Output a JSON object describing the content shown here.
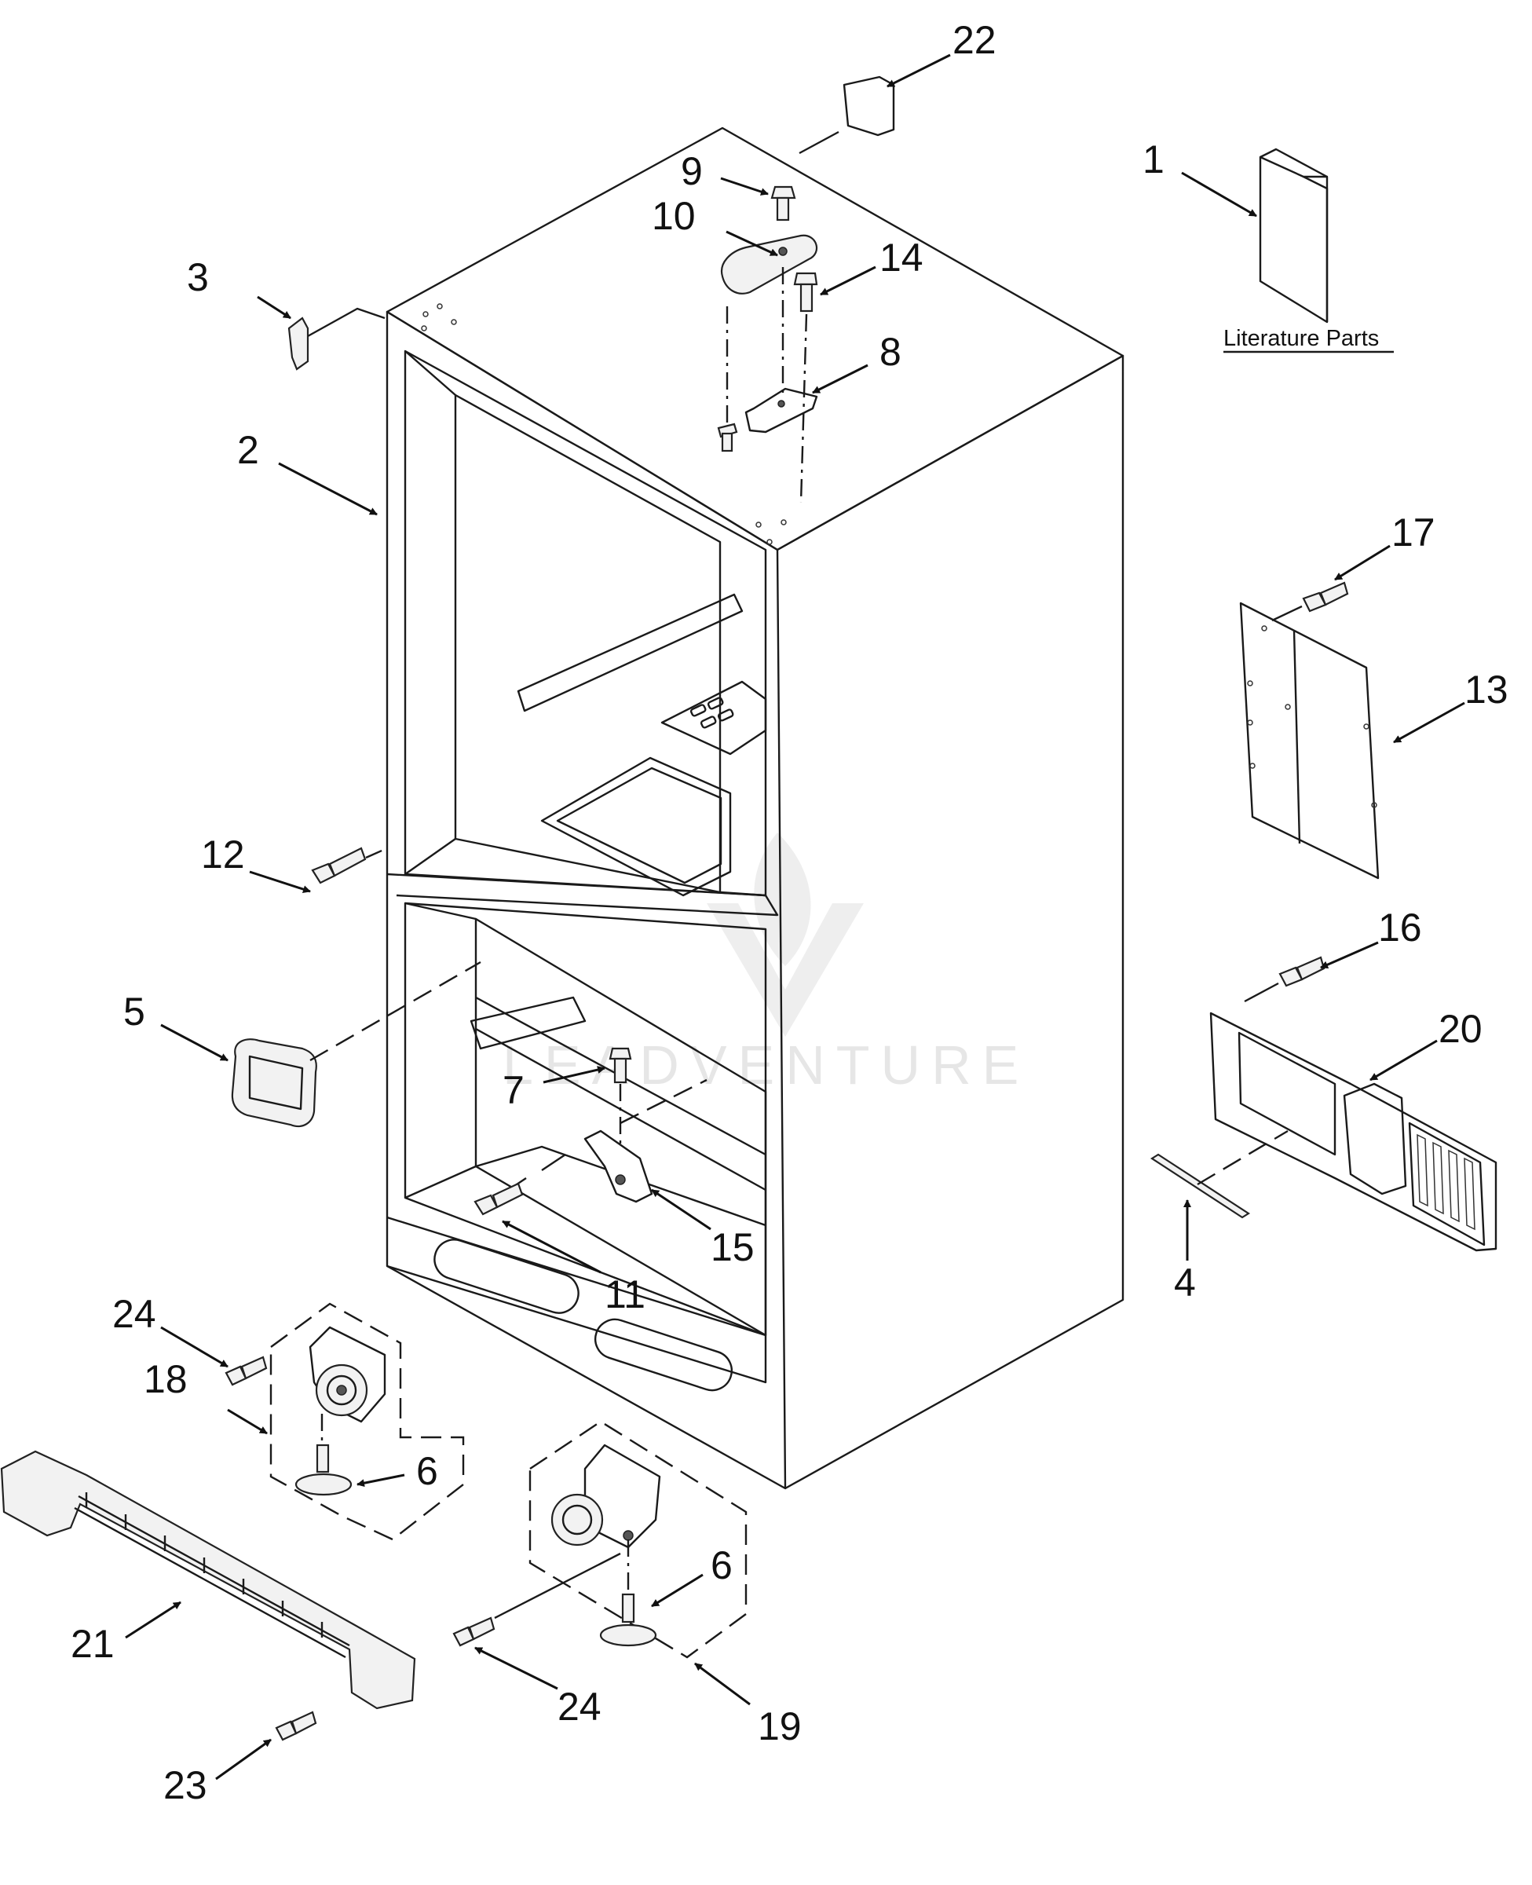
{
  "literature_label": "Literature Parts",
  "watermark": "LEADVENTURE",
  "callouts": [
    {
      "id": "22",
      "label": "22"
    },
    {
      "id": "1",
      "label": "1"
    },
    {
      "id": "9",
      "label": "9"
    },
    {
      "id": "10",
      "label": "10"
    },
    {
      "id": "14",
      "label": "14"
    },
    {
      "id": "3",
      "label": "3"
    },
    {
      "id": "8",
      "label": "8"
    },
    {
      "id": "2",
      "label": "2"
    },
    {
      "id": "17",
      "label": "17"
    },
    {
      "id": "13",
      "label": "13"
    },
    {
      "id": "12",
      "label": "12"
    },
    {
      "id": "16",
      "label": "16"
    },
    {
      "id": "5",
      "label": "5"
    },
    {
      "id": "20",
      "label": "20"
    },
    {
      "id": "7",
      "label": "7"
    },
    {
      "id": "15",
      "label": "15"
    },
    {
      "id": "4",
      "label": "4"
    },
    {
      "id": "11",
      "label": "11"
    },
    {
      "id": "24a",
      "label": "24"
    },
    {
      "id": "18",
      "label": "18"
    },
    {
      "id": "6a",
      "label": "6"
    },
    {
      "id": "6b",
      "label": "6"
    },
    {
      "id": "21",
      "label": "21"
    },
    {
      "id": "24b",
      "label": "24"
    },
    {
      "id": "19",
      "label": "19"
    },
    {
      "id": "23",
      "label": "23"
    }
  ]
}
